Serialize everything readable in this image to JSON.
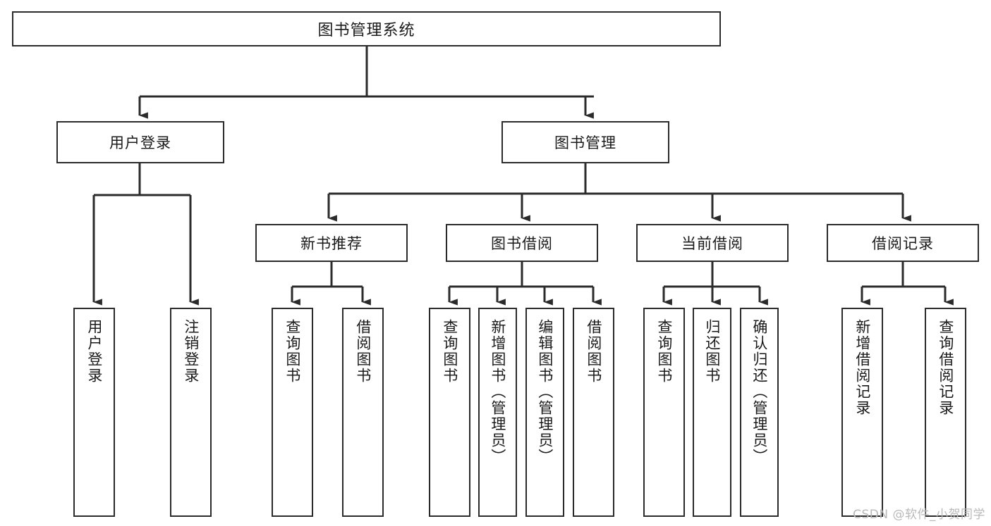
{
  "diagram": {
    "title": "图书管理系统",
    "watermark": "CSDN @软件_小贺同学",
    "type": "tree-hierarchy-chart",
    "colors": {
      "box_border": "#2b2b2b",
      "box_fill": "#ffffff",
      "connector": "#2b2b2b",
      "text": "#1a1a1a",
      "watermark": "#b9b9b9",
      "background": "#ffffff"
    }
  },
  "nodes": {
    "root": {
      "label": "图书管理系统"
    },
    "level1": [
      {
        "label": "用户登录"
      },
      {
        "label": "图书管理"
      }
    ],
    "level2": [
      {
        "label": "新书推荐"
      },
      {
        "label": "图书借阅"
      },
      {
        "label": "当前借阅"
      },
      {
        "label": "借阅记录"
      }
    ],
    "leaves_user_login": [
      {
        "label": "用户登录"
      },
      {
        "label": "注销登录"
      }
    ],
    "leaves_new_book": [
      {
        "label": "查询图书"
      },
      {
        "label": "借阅图书"
      }
    ],
    "leaves_borrow": [
      {
        "label": "查询图书"
      },
      {
        "label": "新增图书（管理员）"
      },
      {
        "label": "编辑图书（管理员）"
      },
      {
        "label": "借阅图书"
      }
    ],
    "leaves_current": [
      {
        "label": "查询图书"
      },
      {
        "label": "归还图书"
      },
      {
        "label": "确认归还（管理员）"
      }
    ],
    "leaves_records": [
      {
        "label": "新增借阅记录"
      },
      {
        "label": "查询借阅记录"
      }
    ]
  }
}
